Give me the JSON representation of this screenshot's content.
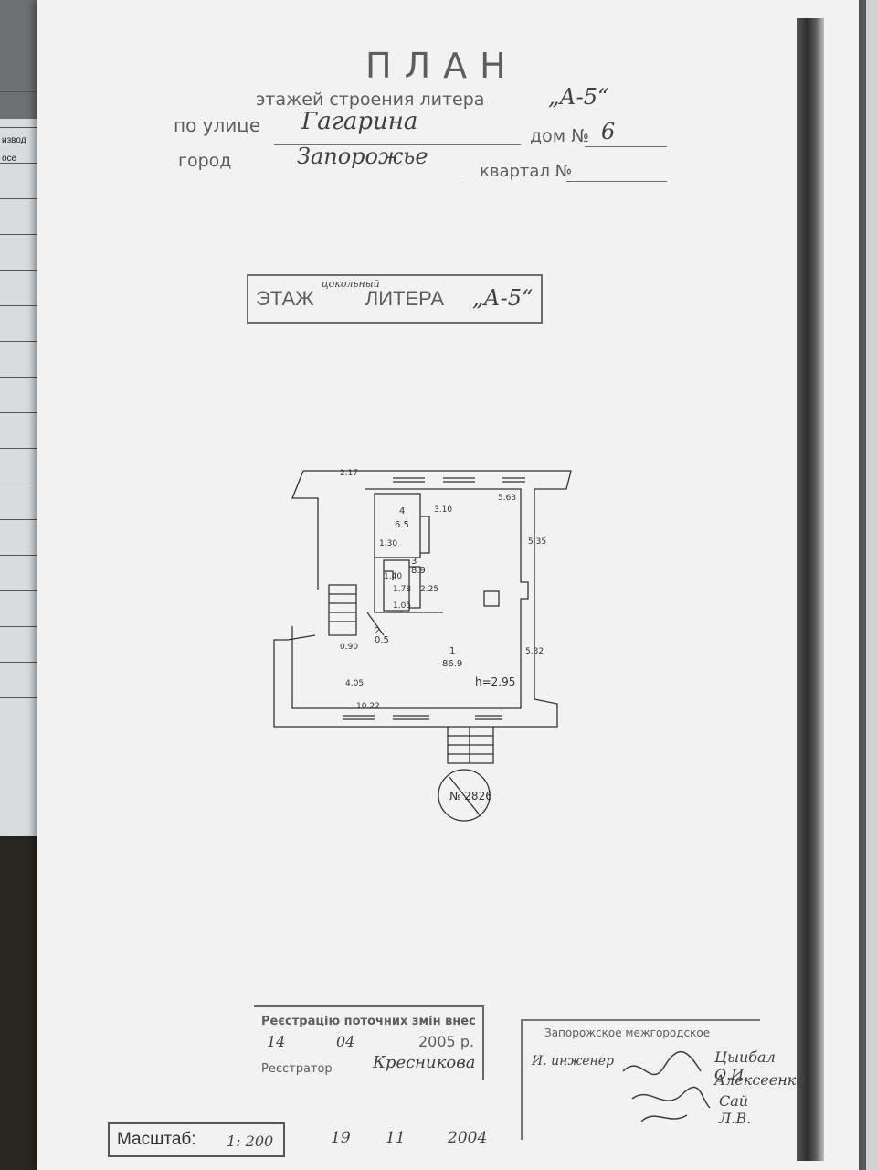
{
  "left_sheet": {
    "fragments": [
      "извод",
      "осе"
    ]
  },
  "header_stamp": {
    "title": "ПЛАН",
    "floors_line": "этажей строения литера",
    "litera": "„А-5“",
    "street_label": "по улице",
    "street_value": "Гагарина",
    "house_label": "дом №",
    "house_value": "6",
    "city_label": "город",
    "city_value": "Запорожье",
    "quarter_label": "квартал №"
  },
  "floor_stamp": {
    "label_part1": "ЭТАЖ",
    "handwritten_insert": "цокольный",
    "label_part2": "ЛИТЕРА",
    "litera": "„А-5“"
  },
  "floor_plan": {
    "rooms": [
      {
        "number": "1",
        "area": "86.9"
      },
      {
        "number": "2",
        "area": "0.5"
      },
      {
        "number": "3",
        "area": "8.9"
      },
      {
        "number": "4",
        "area": "6.5"
      }
    ],
    "height_label": "h=2.95",
    "dimensions": [
      "2.17",
      "5.63",
      "3.10",
      "5.35",
      "1.30",
      "1.40",
      "2.25",
      "1.78",
      "1.05",
      "0.90",
      "5.32",
      "4.05",
      "10.22"
    ],
    "stamp_mark": "№ 2826"
  },
  "registration_stamp": {
    "title": "Реєстрацію поточних змін внес",
    "day": "14",
    "month": "04",
    "year": "2005",
    "year_suffix": "р.",
    "registrar_label": "Реєстратор",
    "registrar_signature": "Кресникова"
  },
  "org_stamp": {
    "org": "Запорожское межгородское",
    "role": "И. инженер",
    "signatures": [
      "Цыибал О.И.",
      "Алексеенко",
      "Сай Л.В."
    ]
  },
  "scale": {
    "label": "Масштаб:",
    "value": "1: 200"
  },
  "bottom_date": {
    "day": "19",
    "month": "11",
    "year": "2004"
  }
}
